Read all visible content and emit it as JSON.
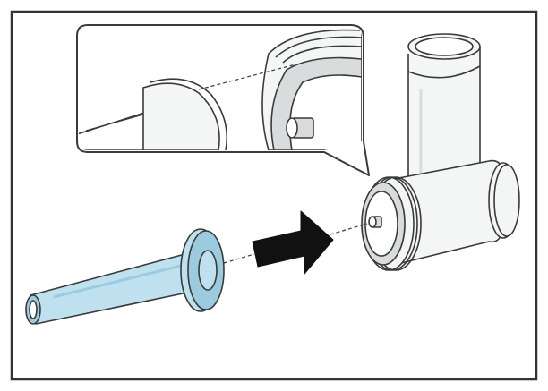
{
  "figure": {
    "palette": {
      "frame": "#333333",
      "line": "#3a3a3a",
      "metal_fill": "#f4f5f5",
      "metal_shade": "#d9dcdc",
      "nozzle_fill": "#bfe0ee",
      "nozzle_shade": "#9ccbe0",
      "arrow": "#111111",
      "background": "#ffffff"
    },
    "components": [
      {
        "id": "sausage-nozzle",
        "icon": "nozzle-icon"
      },
      {
        "id": "insert-direction",
        "icon": "arrow-right-icon"
      },
      {
        "id": "grinder-housing",
        "icon": "grinder-housing-icon"
      },
      {
        "id": "detail-callout",
        "icon": "magnifier-callout-icon"
      }
    ]
  }
}
